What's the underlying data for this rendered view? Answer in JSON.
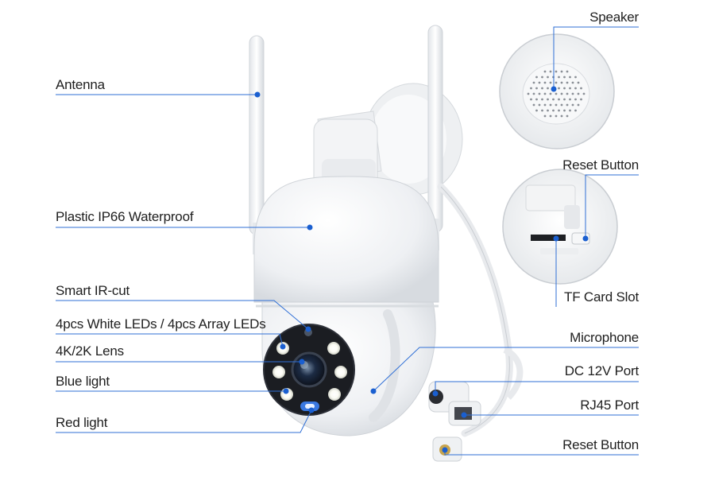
{
  "callouts_left": [
    {
      "label": "Antenna"
    },
    {
      "label": "Plastic IP66 Waterproof"
    },
    {
      "label": "Smart IR-cut"
    },
    {
      "label": "4pcs White LEDs / 4pcs Array LEDs"
    },
    {
      "label": "4K/2K Lens"
    },
    {
      "label": "Blue light"
    },
    {
      "label": "Red light"
    }
  ],
  "callouts_right": [
    {
      "label": "Speaker"
    },
    {
      "label": "Reset Button"
    },
    {
      "label": "TF Card Slot"
    },
    {
      "label": "Microphone"
    },
    {
      "label": "DC 12V Port"
    },
    {
      "label": "RJ45 Port"
    },
    {
      "label": "Reset Button"
    }
  ],
  "colors": {
    "leader_line": "#2f6fd6",
    "dot": "#1a5fd0",
    "camera_body": "#f4f5f7",
    "lens_ring": "#1b1d22"
  }
}
